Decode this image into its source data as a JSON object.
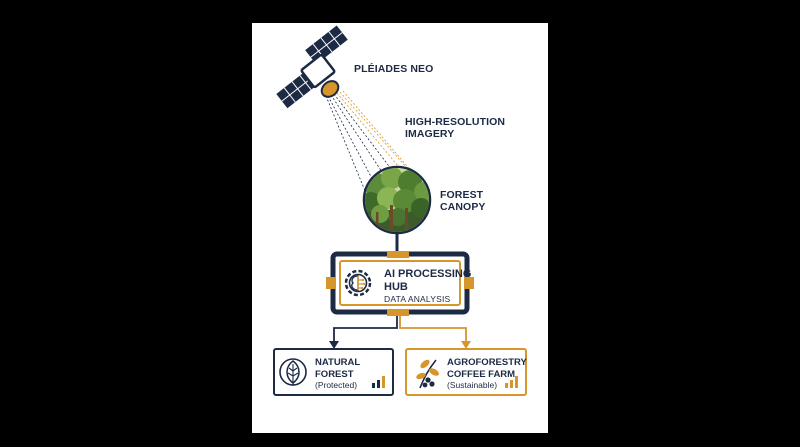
{
  "satellite": {
    "label": "PLÉIADES NEO",
    "icon": "satellite-icon"
  },
  "imagery": {
    "line1": "HIGH-RESOLUTION",
    "line2": "IMAGERY"
  },
  "canopy": {
    "line1": "FOREST",
    "line2": "CANOPY",
    "icon": "forest-canopy-illustration"
  },
  "hub": {
    "line1": "AI PROCESSING",
    "line2": "HUB",
    "subtitle": "DATA ANALYSIS",
    "icon": "ai-brain-gear-icon"
  },
  "natural_forest": {
    "line1": "NATURAL",
    "line2": "FOREST",
    "status": "(Protected)",
    "icon": "leaf-icon",
    "color": "#1d2a44"
  },
  "agroforestry": {
    "line1": "AGROFORESTRY",
    "line2": "COFFEE FARM",
    "status": "(Sustainable)",
    "icon": "coffee-branch-icon",
    "color": "#d6962b"
  },
  "colors": {
    "navy": "#1d2a44",
    "gold": "#d6962b",
    "background": "#000000",
    "card": "#ffffff"
  }
}
